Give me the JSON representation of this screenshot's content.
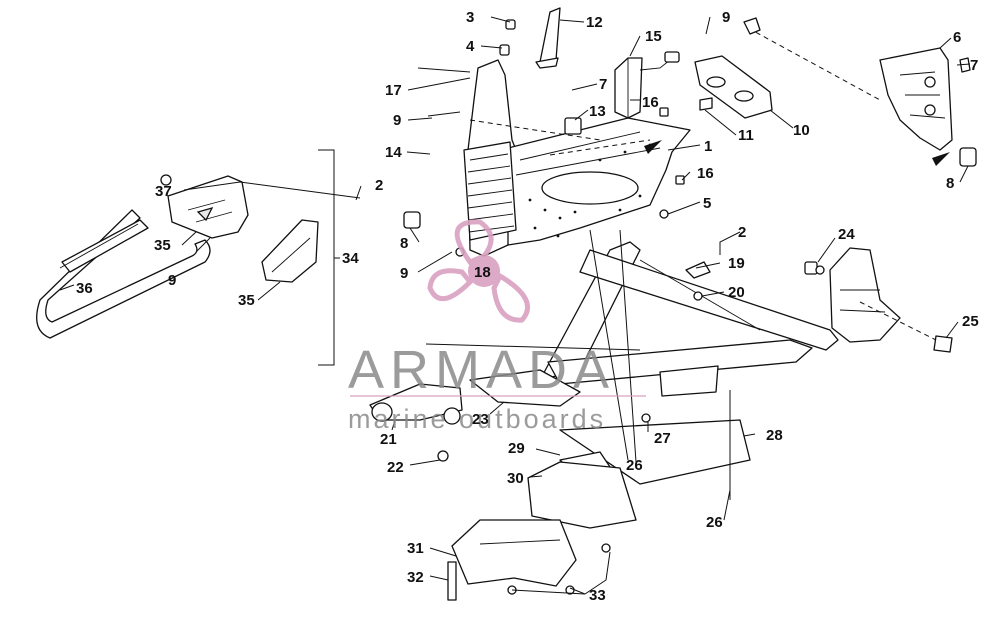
{
  "diagram": {
    "callouts": {
      "1": "1",
      "2": "2",
      "3": "3",
      "4": "4",
      "5": "5",
      "6": "6",
      "7": "7",
      "8": "8",
      "9": "9",
      "10": "10",
      "11": "11",
      "12": "12",
      "13": "13",
      "14": "14",
      "15": "15",
      "16": "16",
      "17": "17",
      "18": "18",
      "19": "19",
      "20": "20",
      "21": "21",
      "22": "22",
      "23": "23",
      "24": "24",
      "25": "25",
      "26": "26",
      "27": "27",
      "28": "28",
      "29": "29",
      "30": "30",
      "31": "31",
      "32": "32",
      "33": "33",
      "34": "34",
      "35": "35",
      "36": "36",
      "37": "37"
    }
  },
  "watermark": {
    "brand": "ARMADA",
    "tagline": "marine outboards",
    "logo_color": "#d9a0c0",
    "text_color": "#8a8a8a"
  }
}
